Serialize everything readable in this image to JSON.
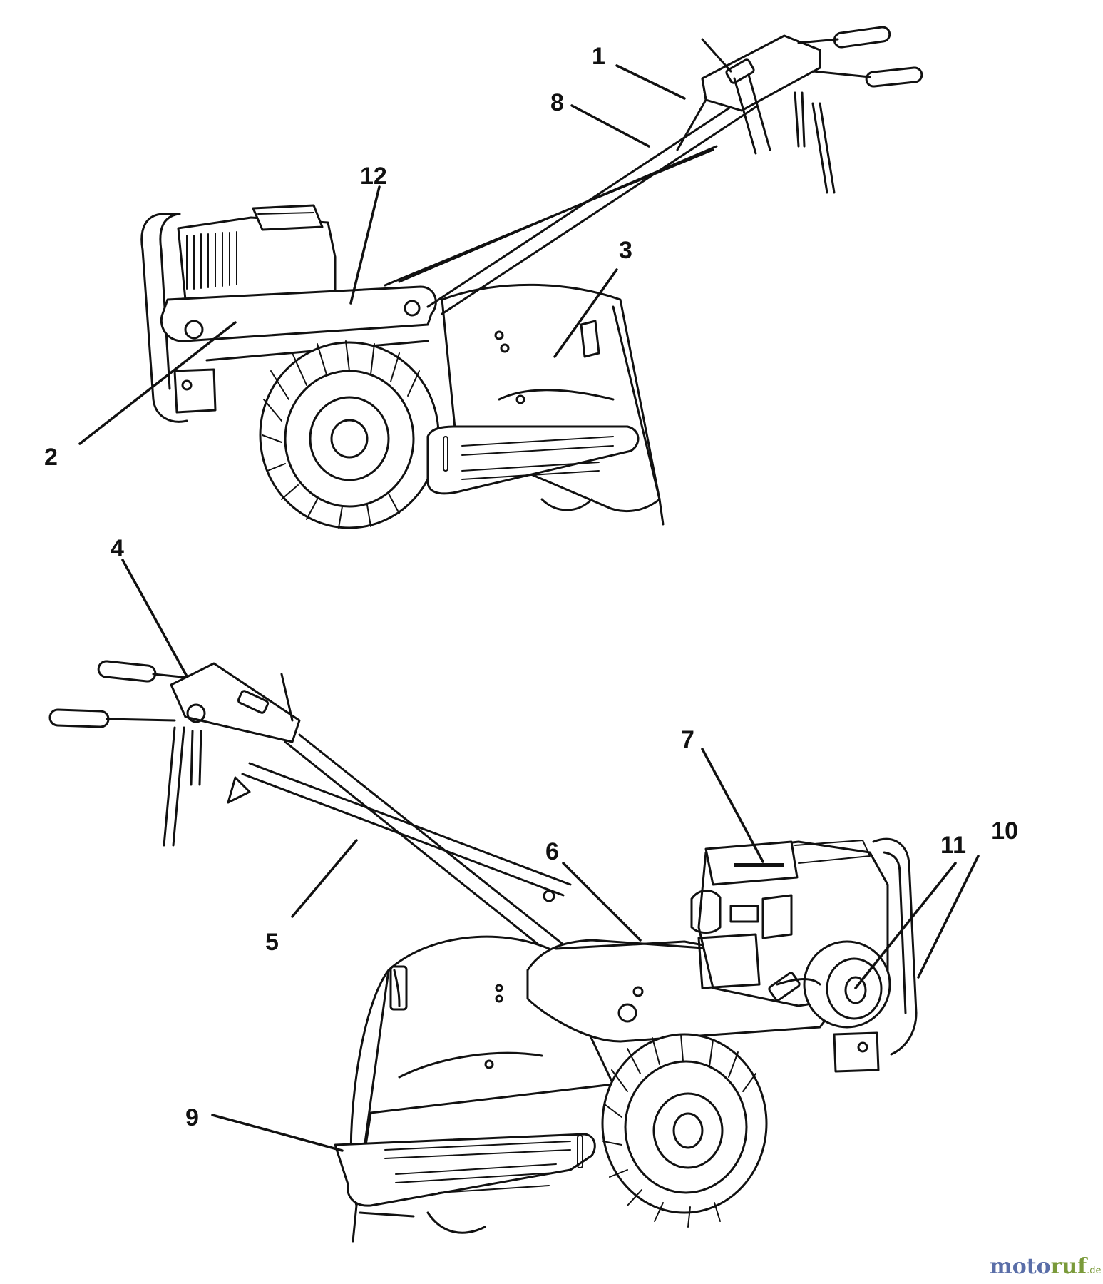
{
  "callouts": {
    "c1": "1",
    "c2": "2",
    "c3": "3",
    "c4": "4",
    "c5": "5",
    "c6": "6",
    "c7": "7",
    "c8": "8",
    "c9": "9",
    "c10": "10",
    "c11": "11",
    "c12": "12"
  },
  "watermark": {
    "part_a": "moto",
    "part_b": "ruf",
    "suffix": ".de"
  }
}
